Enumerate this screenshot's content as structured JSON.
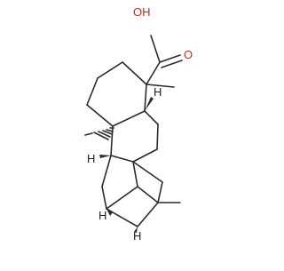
{
  "molecule": {
    "carboxyl_oh_label": "OH",
    "carbonyl_o_label": "O",
    "stereo_h_label": "H",
    "atom_colors": {
      "carbon": "#2b2b2b",
      "oxygen": "#e0201b",
      "hydrogen": "#222222"
    }
  }
}
